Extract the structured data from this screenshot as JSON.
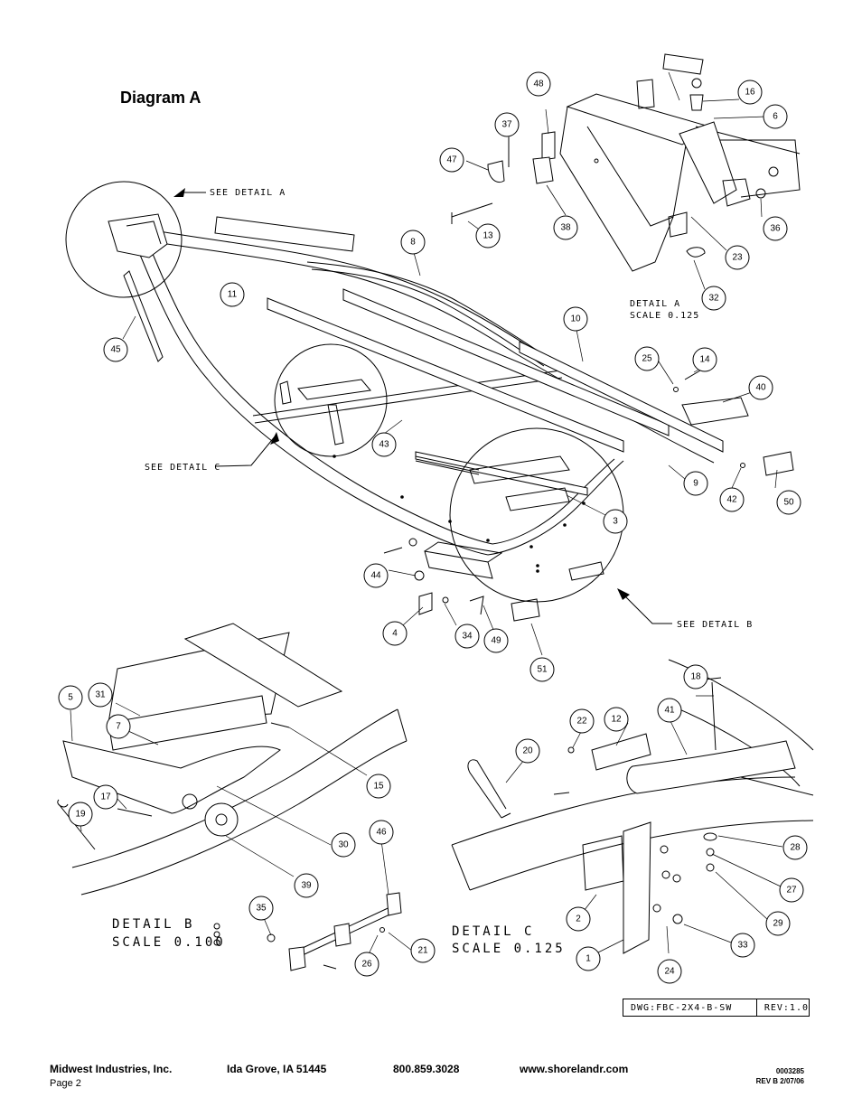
{
  "title": "Diagram A",
  "notes": {
    "see_detail_a": "SEE DETAIL  A",
    "see_detail_b": "SEE DETAIL  B",
    "see_detail_c": "SEE DETAIL  C"
  },
  "details": {
    "a_title": "DETAIL  A",
    "a_scale": "SCALE  0.125",
    "b_title": "DETAIL  B",
    "b_scale": "SCALE  0.100",
    "c_title": "DETAIL  C",
    "c_scale": "SCALE  0.125"
  },
  "callouts": [
    "1",
    "2",
    "3",
    "4",
    "5",
    "6",
    "7",
    "8",
    "9",
    "10",
    "11",
    "12",
    "13",
    "14",
    "15",
    "16",
    "17",
    "18",
    "19",
    "20",
    "21",
    "22",
    "23",
    "24",
    "25",
    "26",
    "27",
    "28",
    "29",
    "30",
    "31",
    "32",
    "33",
    "34",
    "35",
    "36",
    "37",
    "38",
    "39",
    "40",
    "41",
    "42",
    "43",
    "44",
    "45",
    "46",
    "47",
    "48",
    "49",
    "50",
    "51"
  ],
  "drawing_block": {
    "dwg": "DWG:FBC-2X4-B-SW",
    "rev": "REV:1.0"
  },
  "footer": {
    "company": "Midwest Industries, Inc.",
    "city": "Ida Grove, IA  51445",
    "phone": "800.859.3028",
    "website": "www.shorelandr.com",
    "page": "Page 2",
    "code": "0003285",
    "rev": "REV  B  2/07/06"
  }
}
